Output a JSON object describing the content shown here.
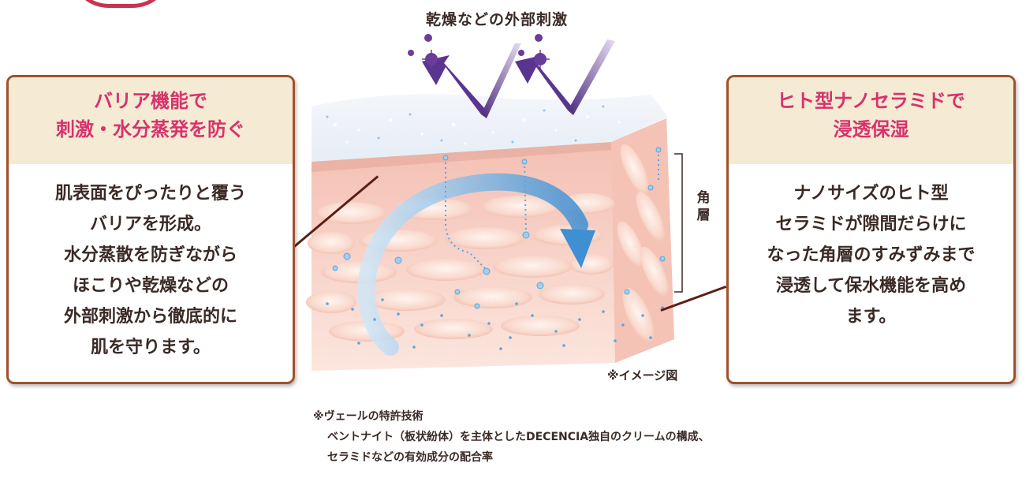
{
  "stimulus_title": "乾燥などの外部刺激",
  "left_panel": {
    "title_lines": [
      "バリア機能で",
      "刺激・水分蒸発を防ぐ"
    ],
    "body_lines": [
      "肌表面をぴったりと覆う",
      "バリアを形成。",
      "水分蒸散を防ぎながら",
      "ほこりや乾燥などの",
      "外部刺激から徹底的に",
      "肌を守ります。"
    ]
  },
  "right_panel": {
    "title_lines": [
      "ヒト型ナノセラミドで",
      "浸透保湿"
    ],
    "body_lines": [
      "ナノサイズのヒト型",
      "セラミドが隙間だらけに",
      "なった角層のすみずみまで",
      "浸透して保水機能を高め",
      "ます。"
    ]
  },
  "stratum_label": "角層",
  "image_note": "※イメージ図",
  "footnote": {
    "lines": [
      "※ヴェールの特許技術",
      "ベントナイト（板状紛体）を主体としたDECENCIA独自のクリームの構成、",
      "セラミドなどの有効成分の配合率"
    ]
  },
  "colors": {
    "accent_pink": "#d6336c",
    "panel_border": "#a0522d",
    "panel_head_bg": "#f5ead3",
    "stimulus_purple": "#6a3d9a",
    "skin_pink": "#f6c9bd",
    "flow_blue": "#5aa6dc"
  }
}
